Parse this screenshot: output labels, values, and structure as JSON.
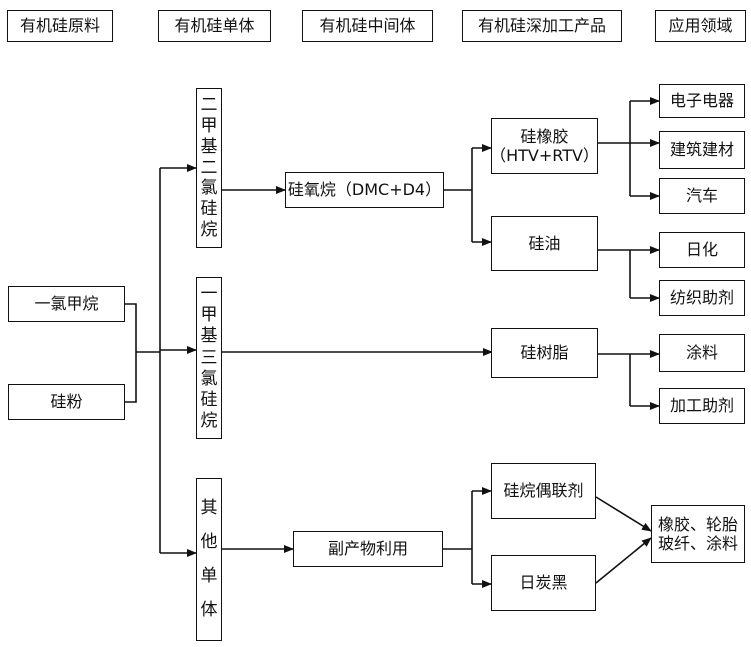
{
  "headers": {
    "raw_material": "有机硅原料",
    "monomer": "有机硅单体",
    "intermediate": "有机硅中间体",
    "deep_products": "有机硅深加工产品",
    "applications": "应用领域"
  },
  "raw": {
    "chloromethane": "一氯甲烷",
    "silicon_powder": "硅粉"
  },
  "monomers": {
    "dimethyl": "二甲基二氯硅烷",
    "methyl": "一甲基三氯硅烷",
    "other": "其他单体"
  },
  "intermediates": {
    "siloxane": "硅氧烷（DMC+D4）",
    "byproduct": "副产物利用"
  },
  "products": {
    "silicone_rubber_line1": "硅橡胶",
    "silicone_rubber_line2": "（HTV+RTV）",
    "silicone_oil": "硅油",
    "silicone_resin": "硅树脂",
    "silane_coupling": "硅烷偶联剂",
    "white_carbon_black": "日炭黑"
  },
  "applications": {
    "electronics": "电子电器",
    "construction": "建筑建材",
    "automobile": "汽车",
    "daily_chemical": "日化",
    "textile_aid": "纺织助剂",
    "coating": "涂料",
    "processing_aid": "加工助剂",
    "rubber_tire_line1": "橡胶、轮胎",
    "rubber_tire_line2": "玻纤、涂料"
  }
}
